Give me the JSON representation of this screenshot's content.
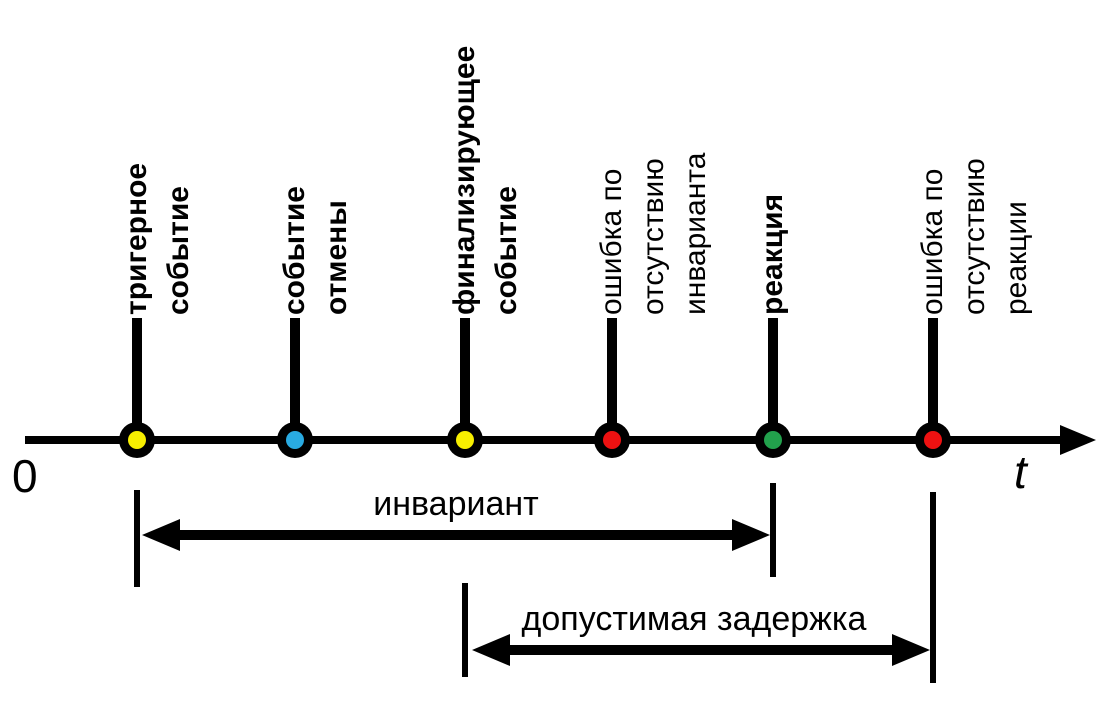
{
  "diagram": {
    "origin_label": "0",
    "time_axis_label": "t",
    "line_color": "#000000",
    "events": [
      {
        "label": "тригерное\nсобытие",
        "emphasis": "bold",
        "dot_color_name": "yellow",
        "dot_color": "#f7ef00"
      },
      {
        "label": "событие\nотмены",
        "emphasis": "bold",
        "dot_color_name": "blue",
        "dot_color": "#29abe2"
      },
      {
        "label": "финализирующее\nсобытие",
        "emphasis": "bold",
        "dot_color_name": "yellow",
        "dot_color": "#f7ef00"
      },
      {
        "label": "ошибка по\nотсутствию\nинварианта",
        "emphasis": "regular",
        "dot_color_name": "red",
        "dot_color": "#ee1111"
      },
      {
        "label": "реакция",
        "emphasis": "bold",
        "dot_color_name": "green",
        "dot_color": "#22a14c"
      },
      {
        "label": "ошибка по\nотсутствию\nреакции",
        "emphasis": "regular",
        "dot_color_name": "red",
        "dot_color": "#ee1111"
      }
    ],
    "intervals": [
      {
        "label": "инвариант",
        "from": "тригерное событие",
        "to": "реакция"
      },
      {
        "label": "допустимая задержка",
        "from": "финализирующее событие",
        "to": "ошибка по отсутствию реакции"
      }
    ]
  }
}
